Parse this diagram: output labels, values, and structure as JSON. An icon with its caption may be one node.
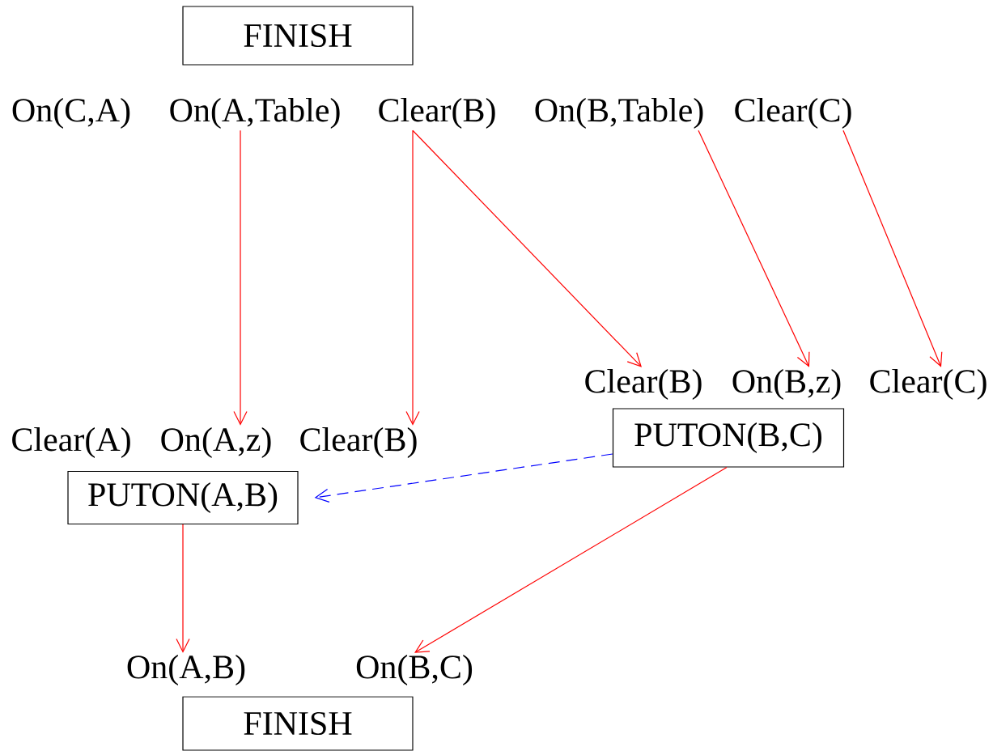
{
  "diagram": {
    "nodes": [
      {
        "text": [
          "FINISH"
        ]
      },
      {
        "text": [
          "On(A,Table)"
        ]
      },
      {
        "text": [
          "Clear(B)"
        ]
      },
      {
        "text": [
          "On(B,Table)"
        ]
      },
      {
        "text": [
          "Clear(C)"
        ]
      },
      {
        "text": [
          "Clear(B)"
        ]
      },
      {
        "text": [
          "On(B,z)"
        ]
      },
      {
        "text": [
          "Clear(C)"
        ]
      },
      {
        "text": [
          "On(A,z)"
        ]
      },
      {
        "text": [
          "Clear(B)"
        ]
      },
      {
        "text": [
          "PUTON(B,C)"
        ]
      },
      {
        "text": [
          "PUTON(A,B)"
        ]
      },
      {
        "text": [
          "On(A,B)"
        ]
      },
      {
        "text": [
          "On(B,C)"
        ]
      },
      {
        "text": [
          "FINISH"
        ]
      }
    ],
    "edges": [
      {
        "from": 1,
        "to": 8,
        "arrow": "to"
      },
      {
        "from": 2,
        "to": 9,
        "arrow": "to"
      },
      {
        "from": 2,
        "to": 5,
        "arrow": "to"
      },
      {
        "from": 3,
        "to": 6,
        "arrow": "to"
      },
      {
        "from": 4,
        "to": 7,
        "arrow": "to"
      },
      {
        "from": 10,
        "to": 11,
        "arrow": "to",
        "style": "dashed",
        "color": "#0000ff"
      },
      {
        "from": 11,
        "to": 12,
        "arrow": "to"
      },
      {
        "from": 10,
        "to": 13,
        "arrow": "to"
      }
    ],
    "labels": [
      "On(C,A)",
      "Clear(A)"
    ]
  }
}
